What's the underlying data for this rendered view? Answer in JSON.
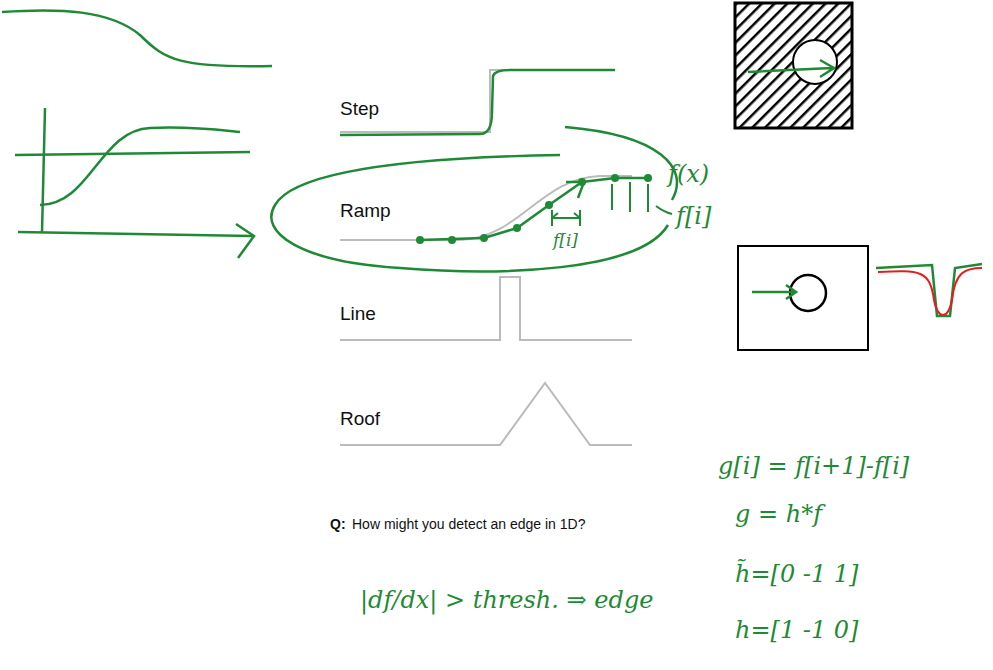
{
  "diagram": {
    "labels": [
      "Step",
      "Ramp",
      "Line",
      "Roof",
      "f(x)",
      "f[i]",
      "f[i]",
      "g[i] = f[i+1]-f[i]",
      "g = h*f",
      "h̃=[0 -1 1]",
      "h=[1 -1 0]",
      "Q:",
      "How might you detect an edge in 1D?",
      "|df/dx| > thresh. ⇒ edge"
    ]
  }
}
